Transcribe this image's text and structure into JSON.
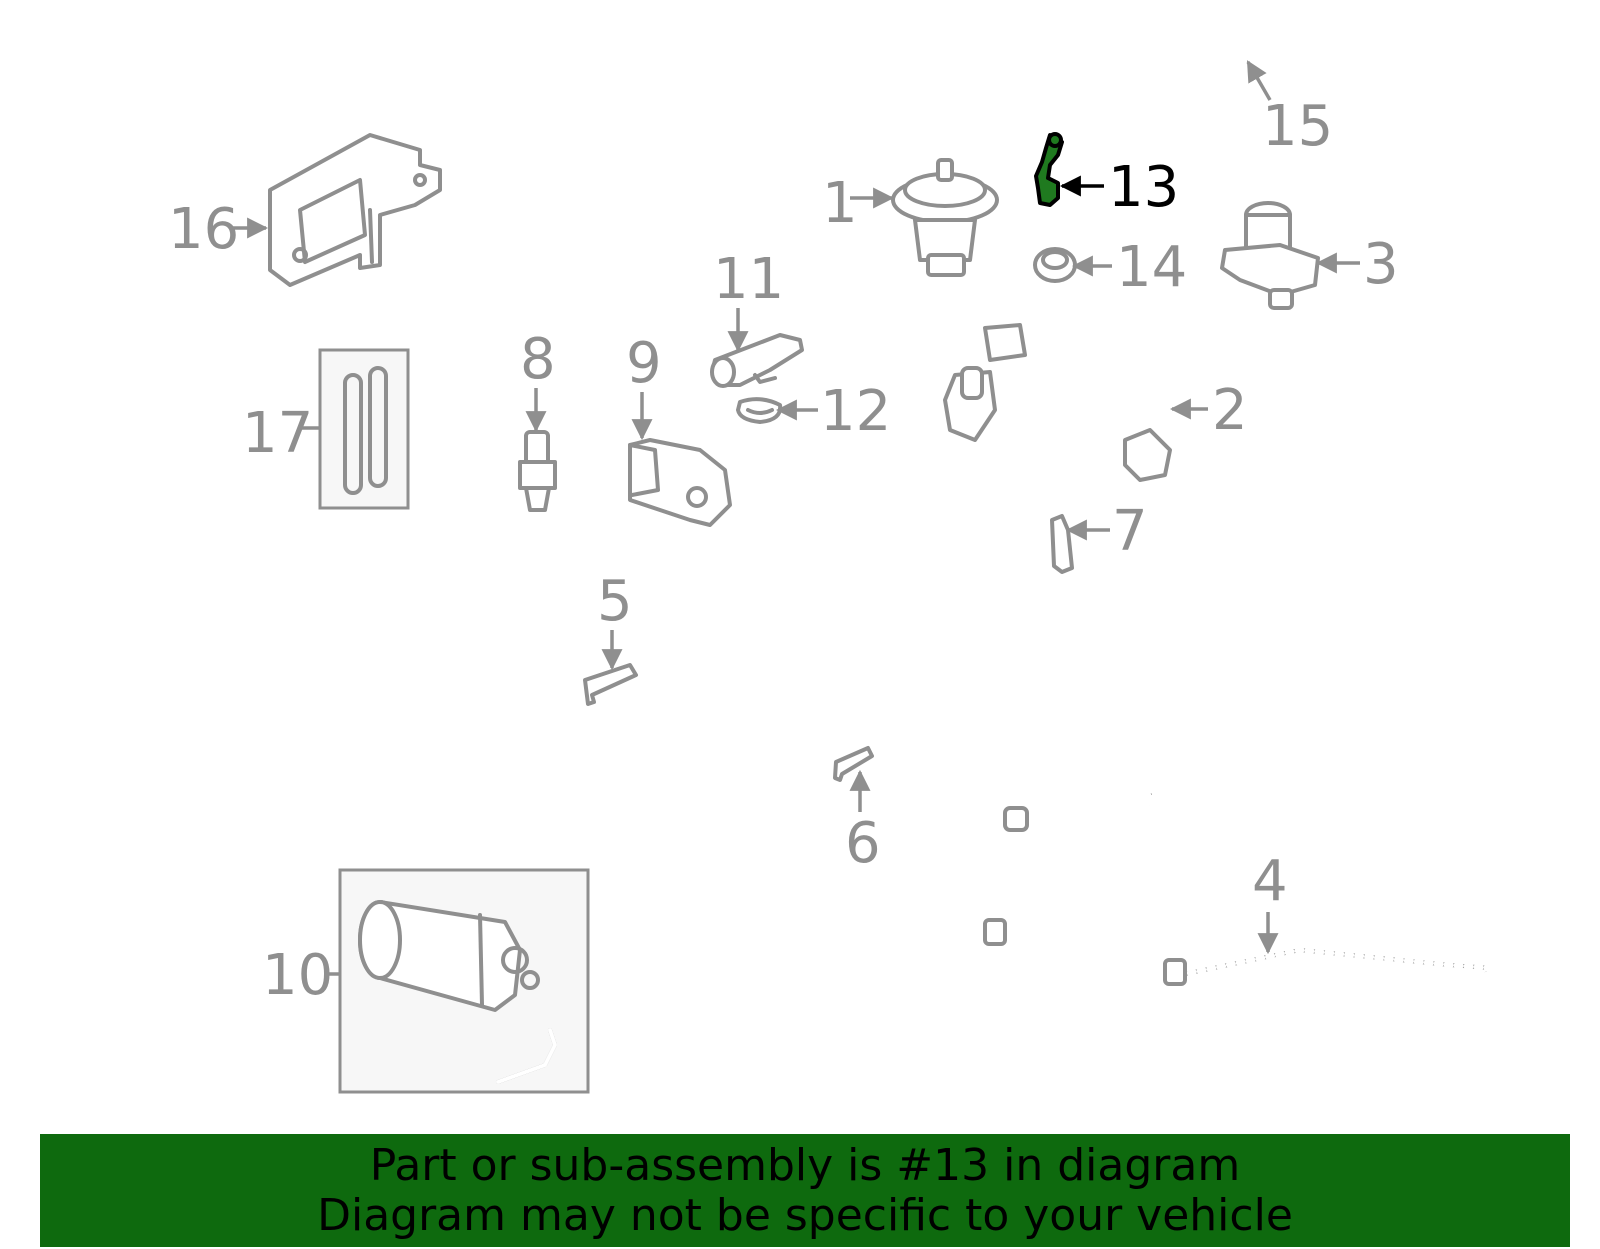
{
  "callouts": {
    "c1": "1",
    "c2": "2",
    "c3": "3",
    "c4": "4",
    "c5": "5",
    "c6": "6",
    "c7": "7",
    "c8": "8",
    "c9": "9",
    "c10": "10",
    "c11": "11",
    "c12": "12",
    "c13": "13",
    "c14": "14",
    "c15": "15",
    "c16": "16",
    "c17": "17"
  },
  "highlighted_part": "13",
  "colors": {
    "highlight": "#1f7a1f",
    "banner": "#0e6a0e",
    "line": "#8f8f8f"
  },
  "banner": {
    "line1": "Part or sub-assembly is #13 in diagram",
    "line2": "Diagram may not be specific to your vehicle"
  }
}
